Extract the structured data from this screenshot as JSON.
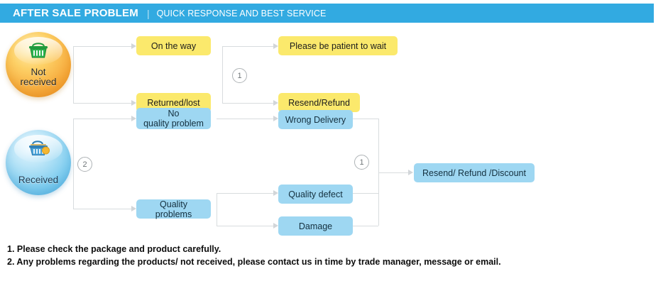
{
  "header": {
    "title": "AFTER SALE PROBLEM",
    "separator": "|",
    "subtitle": "QUICK RESPONSE AND BEST SERVICE",
    "bar_color": "#32aae1",
    "text_color": "#ffffff"
  },
  "badges": [
    {
      "id": "not-received",
      "label_line1": "Not",
      "label_line2": "received",
      "icon": "shopping-basket-icon",
      "color": "#f6a93b"
    },
    {
      "id": "received",
      "label_line1": "Received",
      "label_line2": "",
      "icon": "shopping-basket-icon",
      "color": "#7fcdef"
    }
  ],
  "flow": {
    "not_received": {
      "causes": [
        {
          "label": "On the way",
          "color": "#fbe96c"
        },
        {
          "label": "Returned/lost",
          "color": "#fbe96c"
        }
      ],
      "step_marker": "1",
      "outcomes": [
        {
          "label": "Please be patient to wait",
          "color": "#fbe96c"
        },
        {
          "label": "Resend/Refund",
          "color": "#fbe96c"
        }
      ]
    },
    "received": {
      "step_marker": "2",
      "categories": [
        {
          "label_line1": "No",
          "label_line2": "quality problem",
          "color": "#9ed7f2"
        },
        {
          "label_line1": "Quality problems",
          "label_line2": "",
          "color": "#9ed7f2"
        }
      ],
      "issues": [
        {
          "label": "Wrong Delivery",
          "color": "#9ed7f2"
        },
        {
          "label": "Quality defect",
          "color": "#9ed7f2"
        },
        {
          "label": "Damage",
          "color": "#9ed7f2"
        }
      ],
      "step_marker_right": "1",
      "resolution": {
        "label": "Resend/ Refund /Discount",
        "color": "#9ed7f2"
      }
    }
  },
  "notes": [
    "1. Please check the package and product carefully.",
    "2. Any problems regarding the products/ not received, please contact us in time by trade manager, message or email."
  ]
}
